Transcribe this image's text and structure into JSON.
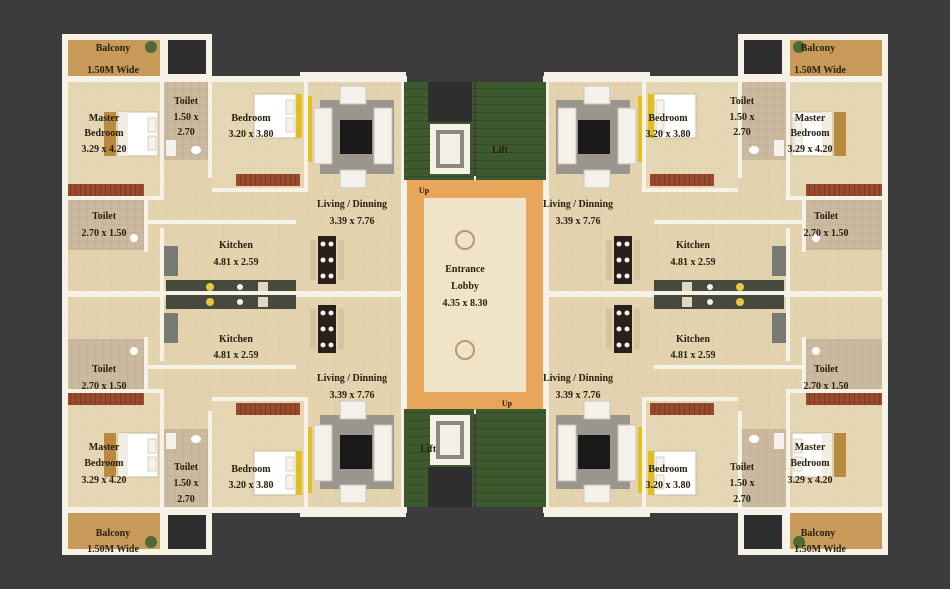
{
  "rooms": {
    "balcony_tl": {
      "name": "Balcony",
      "dim": "1.50M Wide"
    },
    "balcony_tr": {
      "name": "Balcony",
      "dim": "1.50M Wide"
    },
    "balcony_bl": {
      "name": "Balcony",
      "dim": "1.50M Wide"
    },
    "balcony_br": {
      "name": "Balcony",
      "dim": "1.50M Wide"
    },
    "master_tl": {
      "name": "Master",
      "name2": "Bedroom",
      "dim": "3.29 x 4.20"
    },
    "master_tr": {
      "name": "Master",
      "name2": "Bedroom",
      "dim": "3.29 x 4.20"
    },
    "master_bl": {
      "name": "Master",
      "name2": "Bedroom",
      "dim": "3.29 x 4.20"
    },
    "master_br": {
      "name": "Master",
      "name2": "Bedroom",
      "dim": "3.29 x 4.20"
    },
    "toilet_small_tl": {
      "name": "Toilet",
      "dim": "1.50 x",
      "dim2": "2.70"
    },
    "toilet_small_tr": {
      "name": "Toilet",
      "dim": "1.50 x",
      "dim2": "2.70"
    },
    "toilet_small_bl": {
      "name": "Toilet",
      "dim": "1.50 x",
      "dim2": "2.70"
    },
    "toilet_small_br": {
      "name": "Toilet",
      "dim": "1.50 x",
      "dim2": "2.70"
    },
    "toilet_big_tl": {
      "name": "Toilet",
      "dim": "2.70 x 1.50"
    },
    "toilet_big_tr": {
      "name": "Toilet",
      "dim": "2.70 x 1.50"
    },
    "toilet_big_bl": {
      "name": "Toilet",
      "dim": "2.70 x 1.50"
    },
    "toilet_big_br": {
      "name": "Toilet",
      "dim": "2.70 x 1.50"
    },
    "bedroom_tl": {
      "name": "Bedroom",
      "dim": "3.20 x 3.80"
    },
    "bedroom_tr": {
      "name": "Bedroom",
      "dim": "3.20 x 3.80"
    },
    "bedroom_bl": {
      "name": "Bedroom",
      "dim": "3.20 x 3.80"
    },
    "bedroom_br": {
      "name": "Bedroom",
      "dim": "3.20 x 3.80"
    },
    "living_tl": {
      "name": "Living / Dinning",
      "dim": "3.39 x 7.76"
    },
    "living_tr": {
      "name": "Living / Dinning",
      "dim": "3.39 x 7.76"
    },
    "living_bl": {
      "name": "Living / Dinning",
      "dim": "3.39 x 7.76"
    },
    "living_br": {
      "name": "Living / Dinning",
      "dim": "3.39 x 7.76"
    },
    "kitchen_tl": {
      "name": "Kitchen",
      "dim": "4.81 x 2.59"
    },
    "kitchen_tr": {
      "name": "Kitchen",
      "dim": "4.81 x 2.59"
    },
    "kitchen_bl": {
      "name": "Kitchen",
      "dim": "4.81 x 2.59"
    },
    "kitchen_br": {
      "name": "Kitchen",
      "dim": "4.81 x 2.59"
    },
    "lobby": {
      "name": "Entrance",
      "name2": "Lobby",
      "dim": "4.35 x 8.30"
    },
    "lift_top": {
      "name": "Lift"
    },
    "lift_bottom": {
      "name": "Lift"
    },
    "stair_top": {
      "name": "Up"
    },
    "stair_bottom": {
      "name": "Up"
    }
  },
  "colors": {
    "background": "#3c3c3c",
    "floor": "#e6d7b5",
    "wall": "#f7f2e6",
    "balcony": "#c89a5a",
    "lobby": "#e8a65a",
    "lobby_inner": "#efe3c8",
    "stairs": "#3f5a30",
    "lift": "#8a8a80",
    "rug": "#9a968e",
    "wardrobe": "#9a4a2c",
    "accent": "#e0c020"
  }
}
